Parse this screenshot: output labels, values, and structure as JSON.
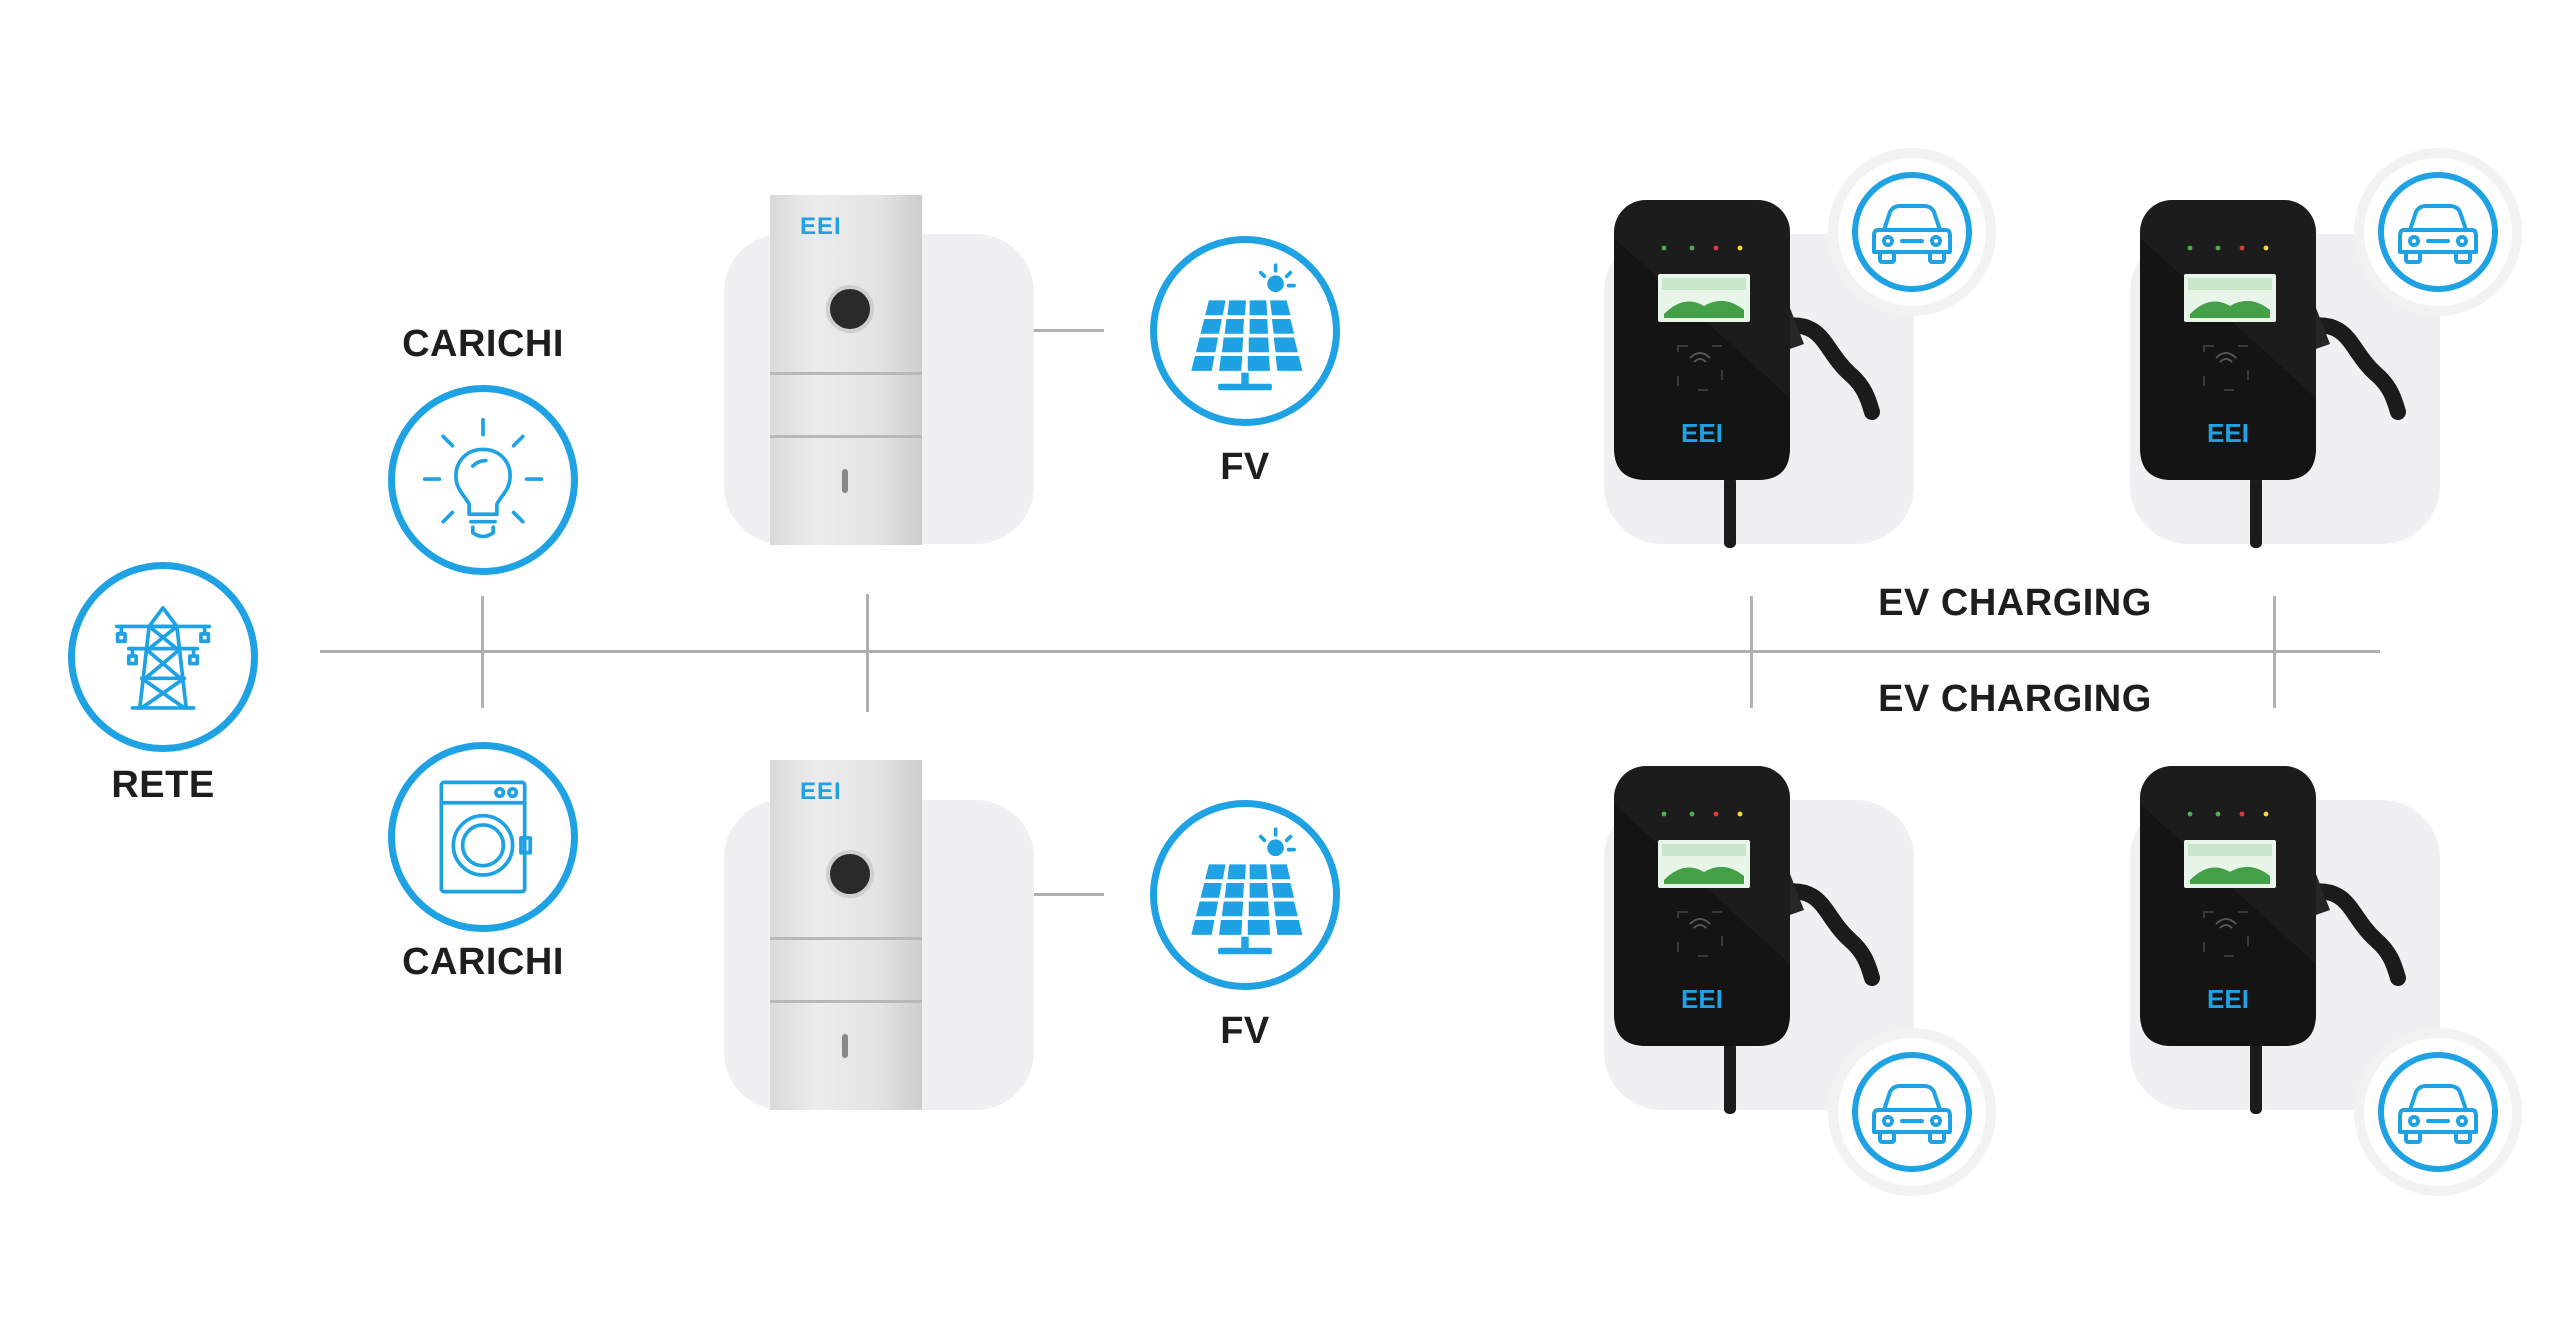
{
  "labels": {
    "grid": "RETE",
    "loads_top": "CARICHI",
    "loads_bottom": "CARICHI",
    "pv_top": "FV",
    "pv_bottom": "FV",
    "ev_top": "EV CHARGING",
    "ev_bottom": "EV CHARGING"
  },
  "brand": {
    "logo_text": "EEI",
    "accent_color": "#1ea2e4"
  },
  "icons": {
    "grid": "power-tower-icon",
    "load_top": "light-bulb-icon",
    "load_bottom": "washing-machine-icon",
    "pv": "solar-panel-icon",
    "ev": "car-icon"
  }
}
